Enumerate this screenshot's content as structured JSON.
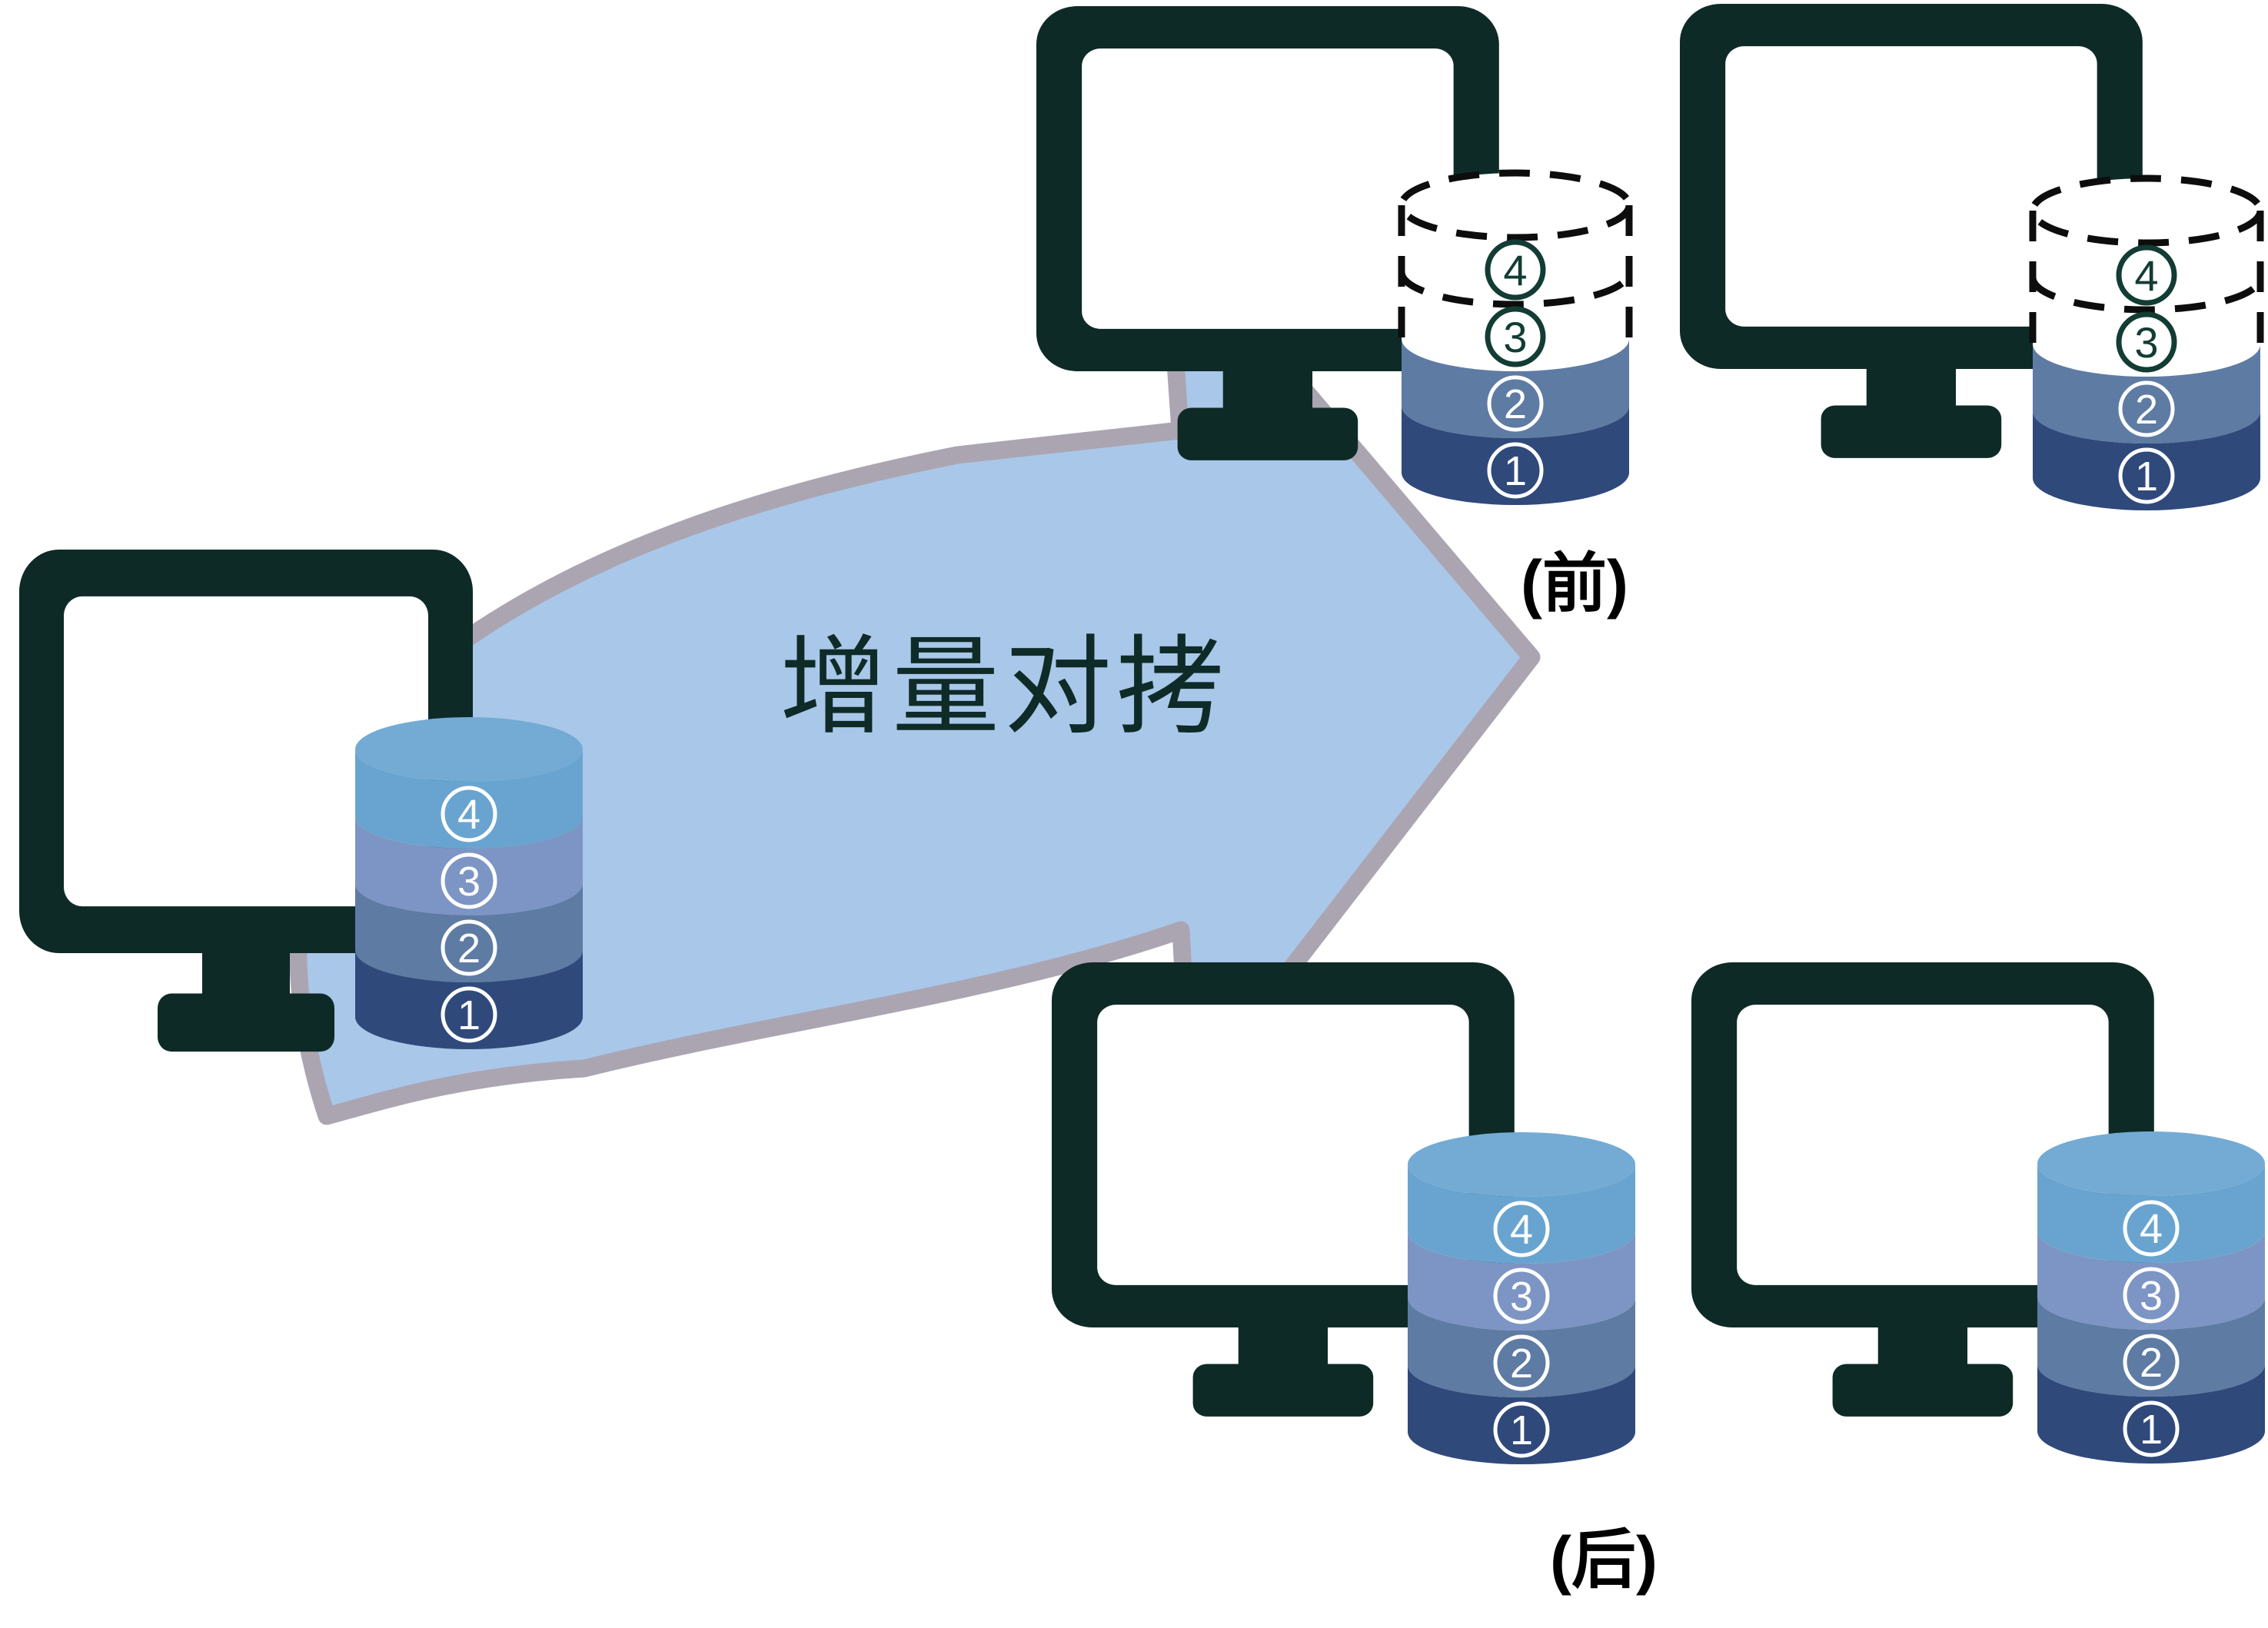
{
  "arrow": {
    "label": "增量对拷",
    "fill": "#a9c7e9",
    "outline": "#aba5b2",
    "label_color": "#0f2b28",
    "direction": "from source (left) to targets (right)"
  },
  "groups": {
    "before": {
      "label": "(前)"
    },
    "after": {
      "label": "(后)"
    }
  },
  "cylinders": {
    "source": {
      "state": "all layers present",
      "layers": [
        {
          "num": "4",
          "filled": true
        },
        {
          "num": "3",
          "filled": true
        },
        {
          "num": "2",
          "filled": true
        },
        {
          "num": "1",
          "filled": true
        }
      ]
    },
    "before1": {
      "state": "layers 4 and 3 pending (dashed outline)",
      "layers": [
        {
          "num": "4",
          "filled": false
        },
        {
          "num": "3",
          "filled": false
        },
        {
          "num": "2",
          "filled": true
        },
        {
          "num": "1",
          "filled": true
        }
      ]
    },
    "before2": {
      "state": "layers 4 and 3 pending (dashed outline)",
      "layers": [
        {
          "num": "4",
          "filled": false
        },
        {
          "num": "3",
          "filled": false
        },
        {
          "num": "2",
          "filled": true
        },
        {
          "num": "1",
          "filled": true
        }
      ]
    },
    "after1": {
      "state": "all layers copied",
      "layers": [
        {
          "num": "4",
          "filled": true
        },
        {
          "num": "3",
          "filled": true
        },
        {
          "num": "2",
          "filled": true
        },
        {
          "num": "1",
          "filled": true
        }
      ]
    },
    "after2": {
      "state": "all layers copied",
      "layers": [
        {
          "num": "4",
          "filled": true
        },
        {
          "num": "3",
          "filled": true
        },
        {
          "num": "2",
          "filled": true
        },
        {
          "num": "1",
          "filled": true
        }
      ]
    }
  },
  "colors": {
    "monitor_dark": "#0e2a27",
    "layer4": "#69a4d0",
    "layer3": "#7d95c4",
    "layer2": "#5e7ba4",
    "layer1": "#30497b",
    "cylinder_top": "#73abd4",
    "dashed_stroke": "#0d0d0d",
    "number_on_filled": "#ffffff",
    "number_on_dashed": "#123c34",
    "label_color": "#000000"
  }
}
